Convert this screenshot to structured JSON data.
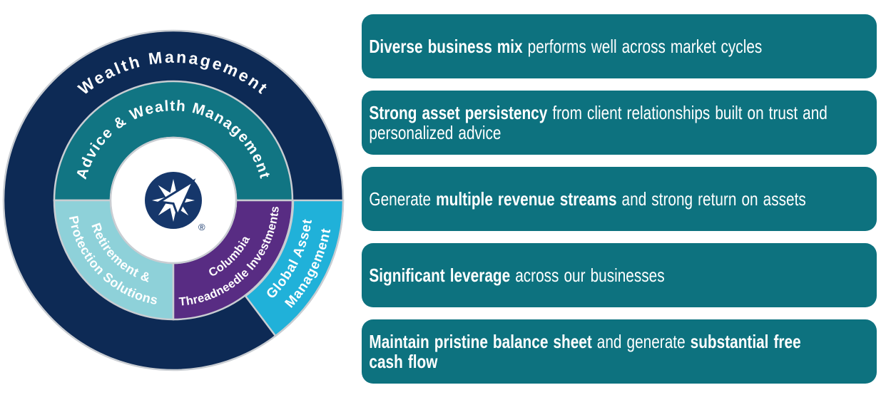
{
  "diagram": {
    "rings": {
      "outer": {
        "wealth_management": {
          "label": "Wealth Management",
          "color": "#0d2a55"
        },
        "global_asset_management": {
          "line1": "Global Asset",
          "line2": "Management",
          "color": "#20b1d9"
        }
      },
      "middle": {
        "advice_wealth": {
          "label": "Advice & Wealth Management",
          "color": "#117583"
        },
        "retirement_protection": {
          "line1": "Retirement &",
          "line2": "Protection Solutions",
          "color": "#8ed1d9"
        },
        "columbia_threadneedle": {
          "line1": "Columbia",
          "line2": "Threadneedle Investments",
          "color": "#582c83"
        }
      },
      "divider_color": "#c9cdd2",
      "center_color": "#ffffff"
    },
    "logo": {
      "name": "ameriprise-star-logo",
      "circle_color": "#16376b",
      "registered_mark": "®"
    }
  },
  "highlights": {
    "box_color": "#0d727f",
    "text_color": "#ffffff",
    "items": [
      {
        "lines": [
          [
            {
              "t": "Diverse business mix",
              "b": true
            },
            {
              "t": " performs well across market cycles",
              "b": false
            }
          ]
        ]
      },
      {
        "lines": [
          [
            {
              "t": "Strong asset persistency",
              "b": true
            },
            {
              "t": " from client relationships built on trust and",
              "b": false
            }
          ],
          [
            {
              "t": "personalized advice",
              "b": false
            }
          ]
        ]
      },
      {
        "lines": [
          [
            {
              "t": "Generate ",
              "b": false
            },
            {
              "t": "multiple revenue streams",
              "b": true
            },
            {
              "t": " and strong return on assets",
              "b": false
            }
          ]
        ]
      },
      {
        "lines": [
          [
            {
              "t": "Significant leverage",
              "b": true
            },
            {
              "t": " across our businesses",
              "b": false
            }
          ]
        ]
      },
      {
        "lines": [
          [
            {
              "t": "Maintain pristine balance sheet",
              "b": true
            },
            {
              "t": " and generate ",
              "b": false
            },
            {
              "t": "substantial free",
              "b": true
            }
          ],
          [
            {
              "t": "cash flow",
              "b": true
            }
          ]
        ]
      }
    ]
  }
}
